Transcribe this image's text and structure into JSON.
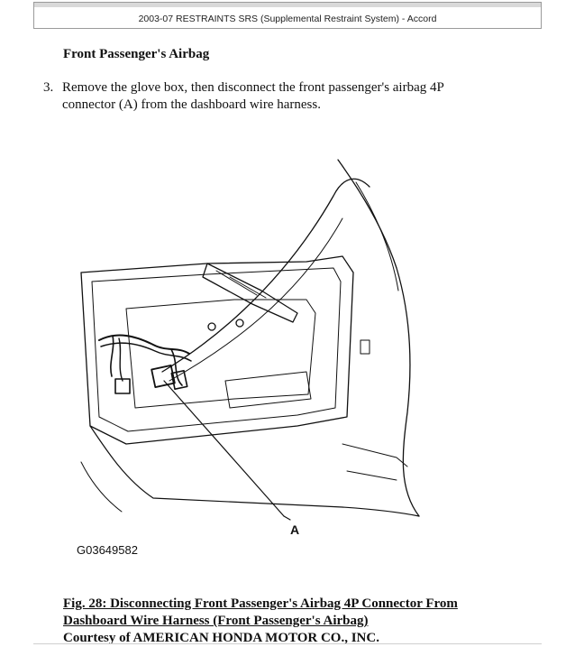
{
  "header": {
    "title": "2003-07 RESTRAINTS SRS (Supplemental Restraint System) - Accord"
  },
  "section": {
    "heading": "Front Passenger's Airbag"
  },
  "step": {
    "number": "3.",
    "line1": "Remove the glove box, then disconnect the front passenger's airbag 4P",
    "line2": "connector (A) from the dashboard wire harness."
  },
  "figure": {
    "callout_label": "A",
    "figure_code": "G03649582"
  },
  "caption": {
    "title_line1": "Fig. 28: Disconnecting Front Passenger's Airbag 4P Connector From",
    "title_line2": "Dashboard Wire Harness (Front Passenger's Airbag)",
    "courtesy": "Courtesy of AMERICAN HONDA MOTOR CO., INC."
  }
}
